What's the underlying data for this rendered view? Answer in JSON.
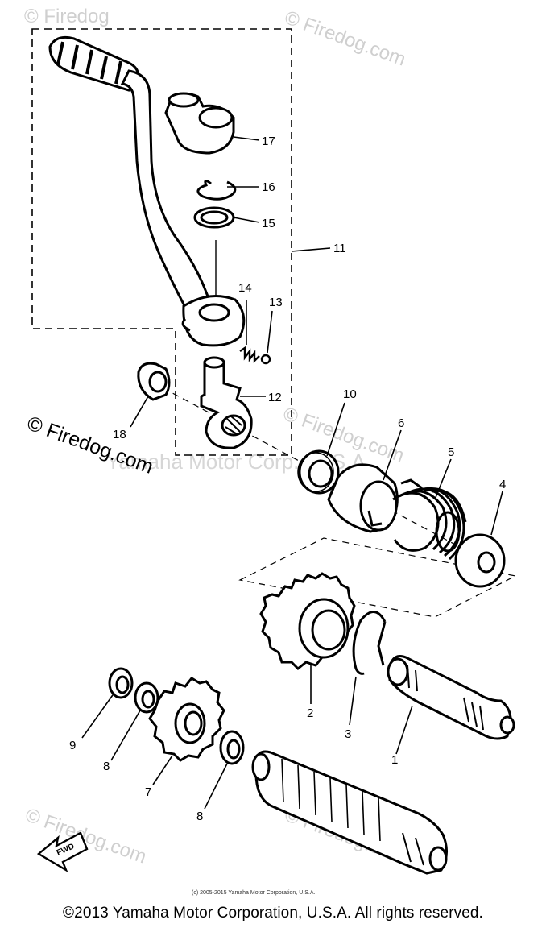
{
  "watermarks": {
    "site": "© Firedog.com",
    "site_short": "© Firedog",
    "domain": "Firedog.com",
    "center": "Yamaha Motor Corp., U.S.A."
  },
  "callouts": {
    "p1": "1",
    "p2": "2",
    "p3": "3",
    "p4": "4",
    "p5": "5",
    "p6": "6",
    "p7": "7",
    "p8a": "8",
    "p8b": "8",
    "p9": "9",
    "p10": "10",
    "p11": "11",
    "p12": "12",
    "p13": "13",
    "p14": "14",
    "p15": "15",
    "p16": "16",
    "p17": "17",
    "p18": "18"
  },
  "fwd_label": "FWD",
  "small_copyright": "(c) 2005-2015 Yamaha Motor Corporation, U.S.A.",
  "copyright": "©2013 Yamaha Motor Corporation, U.S.A. All rights reserved."
}
